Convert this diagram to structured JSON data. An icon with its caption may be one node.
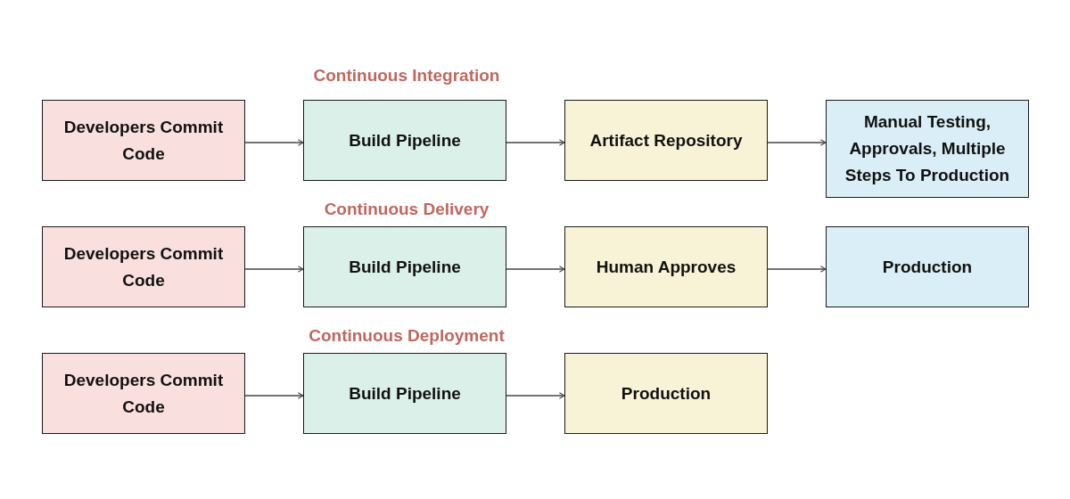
{
  "diagram": {
    "nodes": [
      {
        "text": [
          "Developers Commit Code"
        ]
      },
      {
        "text": [
          "Build Pipeline"
        ]
      },
      {
        "text": [
          "Artifact Repository"
        ]
      },
      {
        "text": [
          "Manual Testing, Approvals, Multiple Steps To Production"
        ]
      },
      {
        "text": [
          "Developers Commit Code"
        ]
      },
      {
        "text": [
          "Build Pipeline"
        ]
      },
      {
        "text": [
          "Human Approves"
        ]
      },
      {
        "text": [
          "Production"
        ]
      },
      {
        "text": [
          "Developers Commit Code"
        ]
      },
      {
        "text": [
          "Build Pipeline"
        ]
      },
      {
        "text": [
          "Production"
        ]
      }
    ],
    "edges": [
      {
        "from": 0,
        "to": 1,
        "arrow": "to"
      },
      {
        "from": 1,
        "to": 2,
        "arrow": "to"
      },
      {
        "from": 2,
        "to": 3,
        "arrow": "to"
      },
      {
        "from": 4,
        "to": 5,
        "arrow": "to"
      },
      {
        "from": 5,
        "to": 6,
        "arrow": "to"
      },
      {
        "from": 6,
        "to": 7,
        "arrow": "to"
      },
      {
        "from": 8,
        "to": 9,
        "arrow": "to"
      },
      {
        "from": 9,
        "to": 10,
        "arrow": "to"
      }
    ],
    "labels": [
      "Continuous Integration",
      "Continuous Delivery",
      "Continuous Deployment"
    ]
  }
}
